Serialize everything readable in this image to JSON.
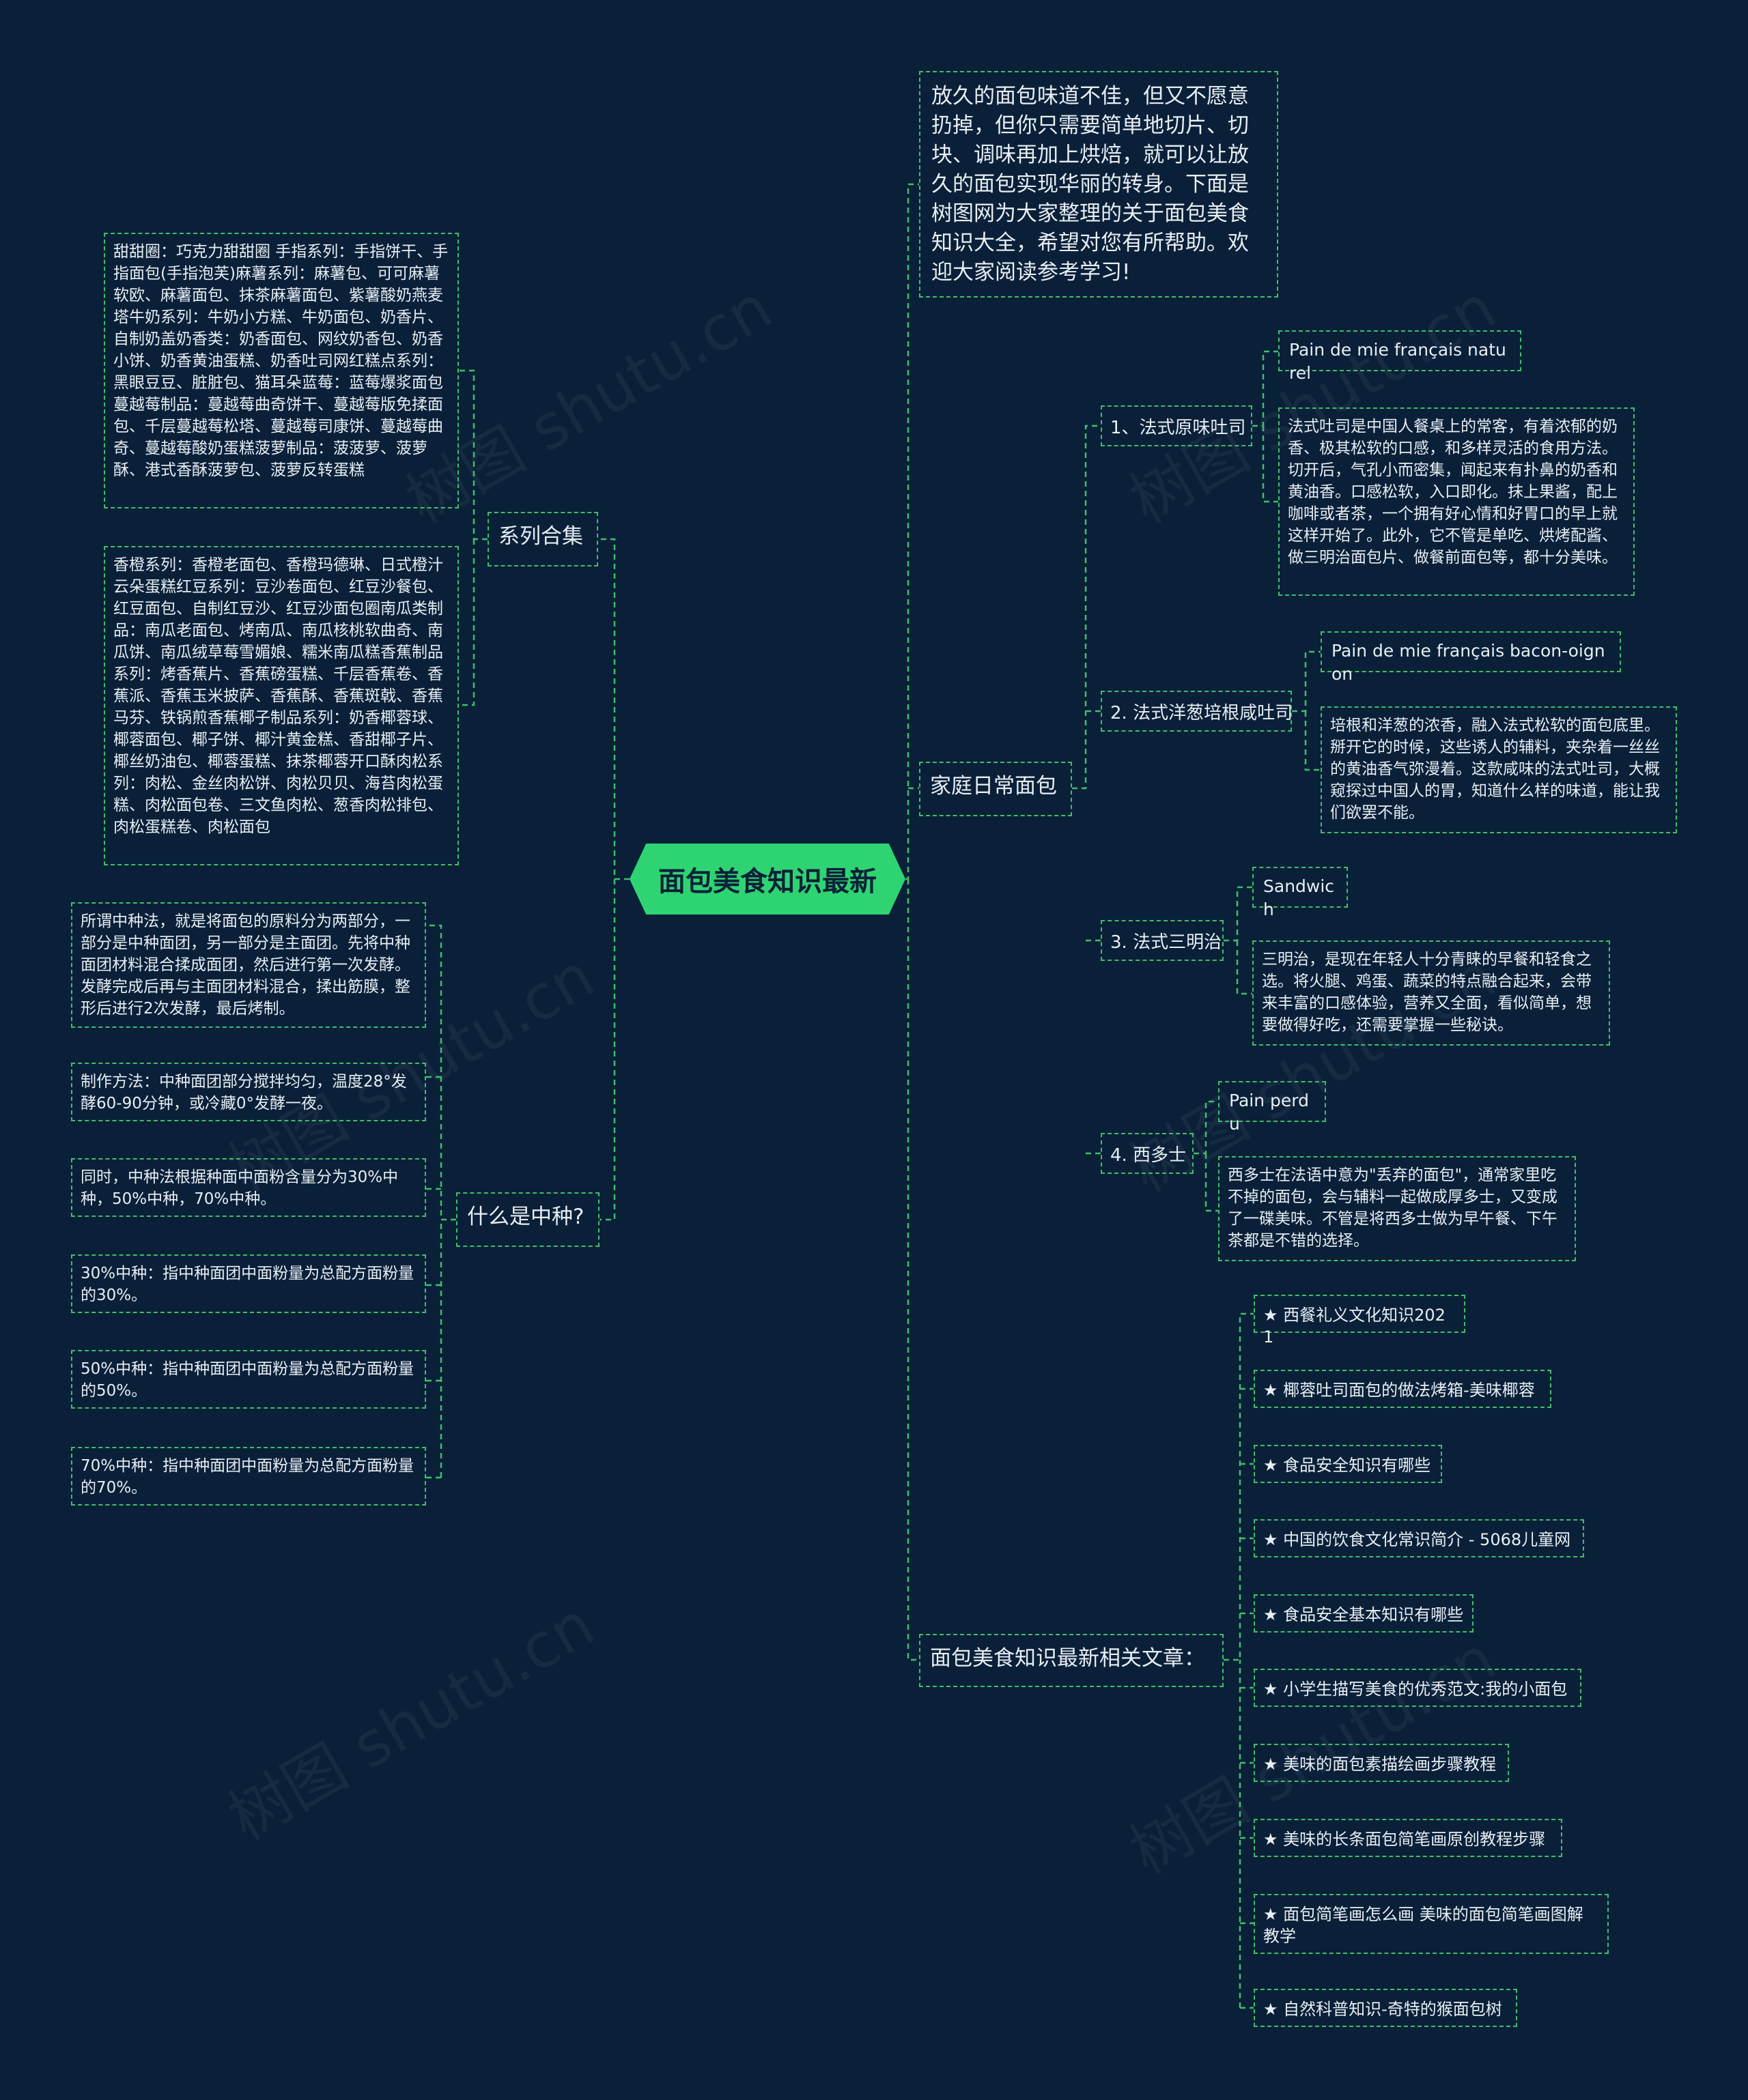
{
  "root": {
    "title": "面包美食知识最新"
  },
  "intro": {
    "text": "放久的面包味道不佳，但又不愿意扔掉，但你只需要简单地切片、切块、调味再加上烘焙，就可以让放久的面包实现华丽的转身。下面是树图网为大家整理的关于面包美食知识大全，希望对您有所帮助。欢迎大家阅读参考学习!"
  },
  "series": {
    "label": "系列合集",
    "items": [
      "甜甜圈：巧克力甜甜圈 手指系列：手指饼干、手指面包(手指泡芙)麻薯系列：麻薯包、可可麻薯软欧、麻薯面包、抹茶麻薯面包、紫薯酸奶燕麦塔牛奶系列：牛奶小方糕、牛奶面包、奶香片、自制奶盖奶香类：奶香面包、网纹奶香包、奶香小饼、奶香黄油蛋糕、奶香吐司网红糕点系列：黑眼豆豆、脏脏包、猫耳朵蓝莓：蓝莓爆浆面包蔓越莓制品：蔓越莓曲奇饼干、蔓越莓版免揉面包、千层蔓越莓松塔、蔓越莓司康饼、蔓越莓曲奇、蔓越莓酸奶蛋糕菠萝制品：菠菠萝、菠萝酥、港式香酥菠萝包、菠萝反转蛋糕",
      "香橙系列：香橙老面包、香橙玛德琳、日式橙汁云朵蛋糕红豆系列：豆沙卷面包、红豆沙餐包、红豆面包、自制红豆沙、红豆沙面包圈南瓜类制品：南瓜老面包、烤南瓜、南瓜核桃软曲奇、南瓜饼、南瓜绒草莓雪媚娘、糯米南瓜糕香蕉制品系列：烤香蕉片、香蕉磅蛋糕、千层香蕉卷、香蕉派、香蕉玉米披萨、香蕉酥、香蕉斑戟、香蕉马芬、铁锅煎香蕉椰子制品系列：奶香椰蓉球、椰蓉面包、椰子饼、椰汁黄金糕、香甜椰子片、椰丝奶油包、椰蓉蛋糕、抹茶椰蓉开口酥肉松系列：肉松、金丝肉松饼、肉松贝贝、海苔肉松蛋糕、肉松面包卷、三文鱼肉松、葱香肉松排包、肉松蛋糕卷、肉松面包"
    ]
  },
  "zhongzhong": {
    "label": "什么是中种?",
    "items": [
      "所谓中种法，就是将面包的原料分为两部分，一部分是中种面团，另一部分是主面团。先将中种面团材料混合揉成面团，然后进行第一次发酵。发酵完成后再与主面团材料混合，揉出筋膜，整形后进行2次发酵，最后烤制。",
      "制作方法：中种面团部分搅拌均匀，温度28°发酵60-90分钟，或冷藏0°发酵一夜。",
      "同时，中种法根据种面中面粉含量分为30%中种，50%中种，70%中种。",
      "30%中种：指中种面团中面粉量为总配方面粉量的30%。",
      "50%中种：指中种面团中面粉量为总配方面粉量的50%。",
      "70%中种：指中种面团中面粉量为总配方面粉量的70%。"
    ]
  },
  "family": {
    "label": "家庭日常面包",
    "groups": [
      {
        "label": "1、法式原味吐司",
        "name": "Pain de mie français naturel",
        "desc": "法式吐司是中国人餐桌上的常客，有着浓郁的奶香、极其松软的口感，和多样灵活的食用方法。切开后，气孔小而密集，闻起来有扑鼻的奶香和黄油香。口感松软，入口即化。抹上果酱，配上咖啡或者茶，一个拥有好心情和好胃口的早上就这样开始了。此外，它不管是单吃、烘烤配酱、做三明治面包片、做餐前面包等，都十分美味。"
      },
      {
        "label": "2. 法式洋葱培根咸吐司",
        "name": "Pain de mie français bacon-oignon",
        "desc": "培根和洋葱的浓香，融入法式松软的面包底里。掰开它的时候，这些诱人的辅料，夹杂着一丝丝的黄油香气弥漫着。这款咸味的法式吐司，大概窥探过中国人的胃，知道什么样的味道，能让我们欲罢不能。"
      },
      {
        "label": "3. 法式三明治",
        "name": "Sandwich",
        "desc": "三明治，是现在年轻人十分青睐的早餐和轻食之选。将火腿、鸡蛋、蔬菜的特点融合起来，会带来丰富的口感体验，营养又全面，看似简单，想要做得好吃，还需要掌握一些秘诀。"
      },
      {
        "label": "4. 西多士",
        "name": "Pain perdu",
        "desc": "西多士在法语中意为\"丢弃的面包\"，通常家里吃不掉的面包，会与辅料一起做成厚多士，又变成了一碟美味。不管是将西多士做为早午餐、下午茶都是不错的选择。"
      }
    ]
  },
  "related": {
    "label": "面包美食知识最新相关文章：",
    "items": [
      "★ 西餐礼义文化知识2021",
      "★ 椰蓉吐司面包的做法烤箱-美味椰蓉",
      "★ 食品安全知识有哪些",
      "★ 中国的饮食文化常识简介 - 5068儿童网",
      "★ 食品安全基本知识有哪些",
      "★ 小学生描写美食的优秀范文:我的小面包",
      "★ 美味的面包素描绘画步骤教程",
      "★ 美味的长条面包简笔画原创教程步骤",
      "★ 面包简笔画怎么画 美味的面包简笔画图解教学",
      "★ 自然科普知识-奇特的猴面包树"
    ]
  },
  "colors": {
    "background": "#0a2038",
    "accent": "#2ed472",
    "line": "#3fbf6a",
    "text": "#e8eef4"
  }
}
